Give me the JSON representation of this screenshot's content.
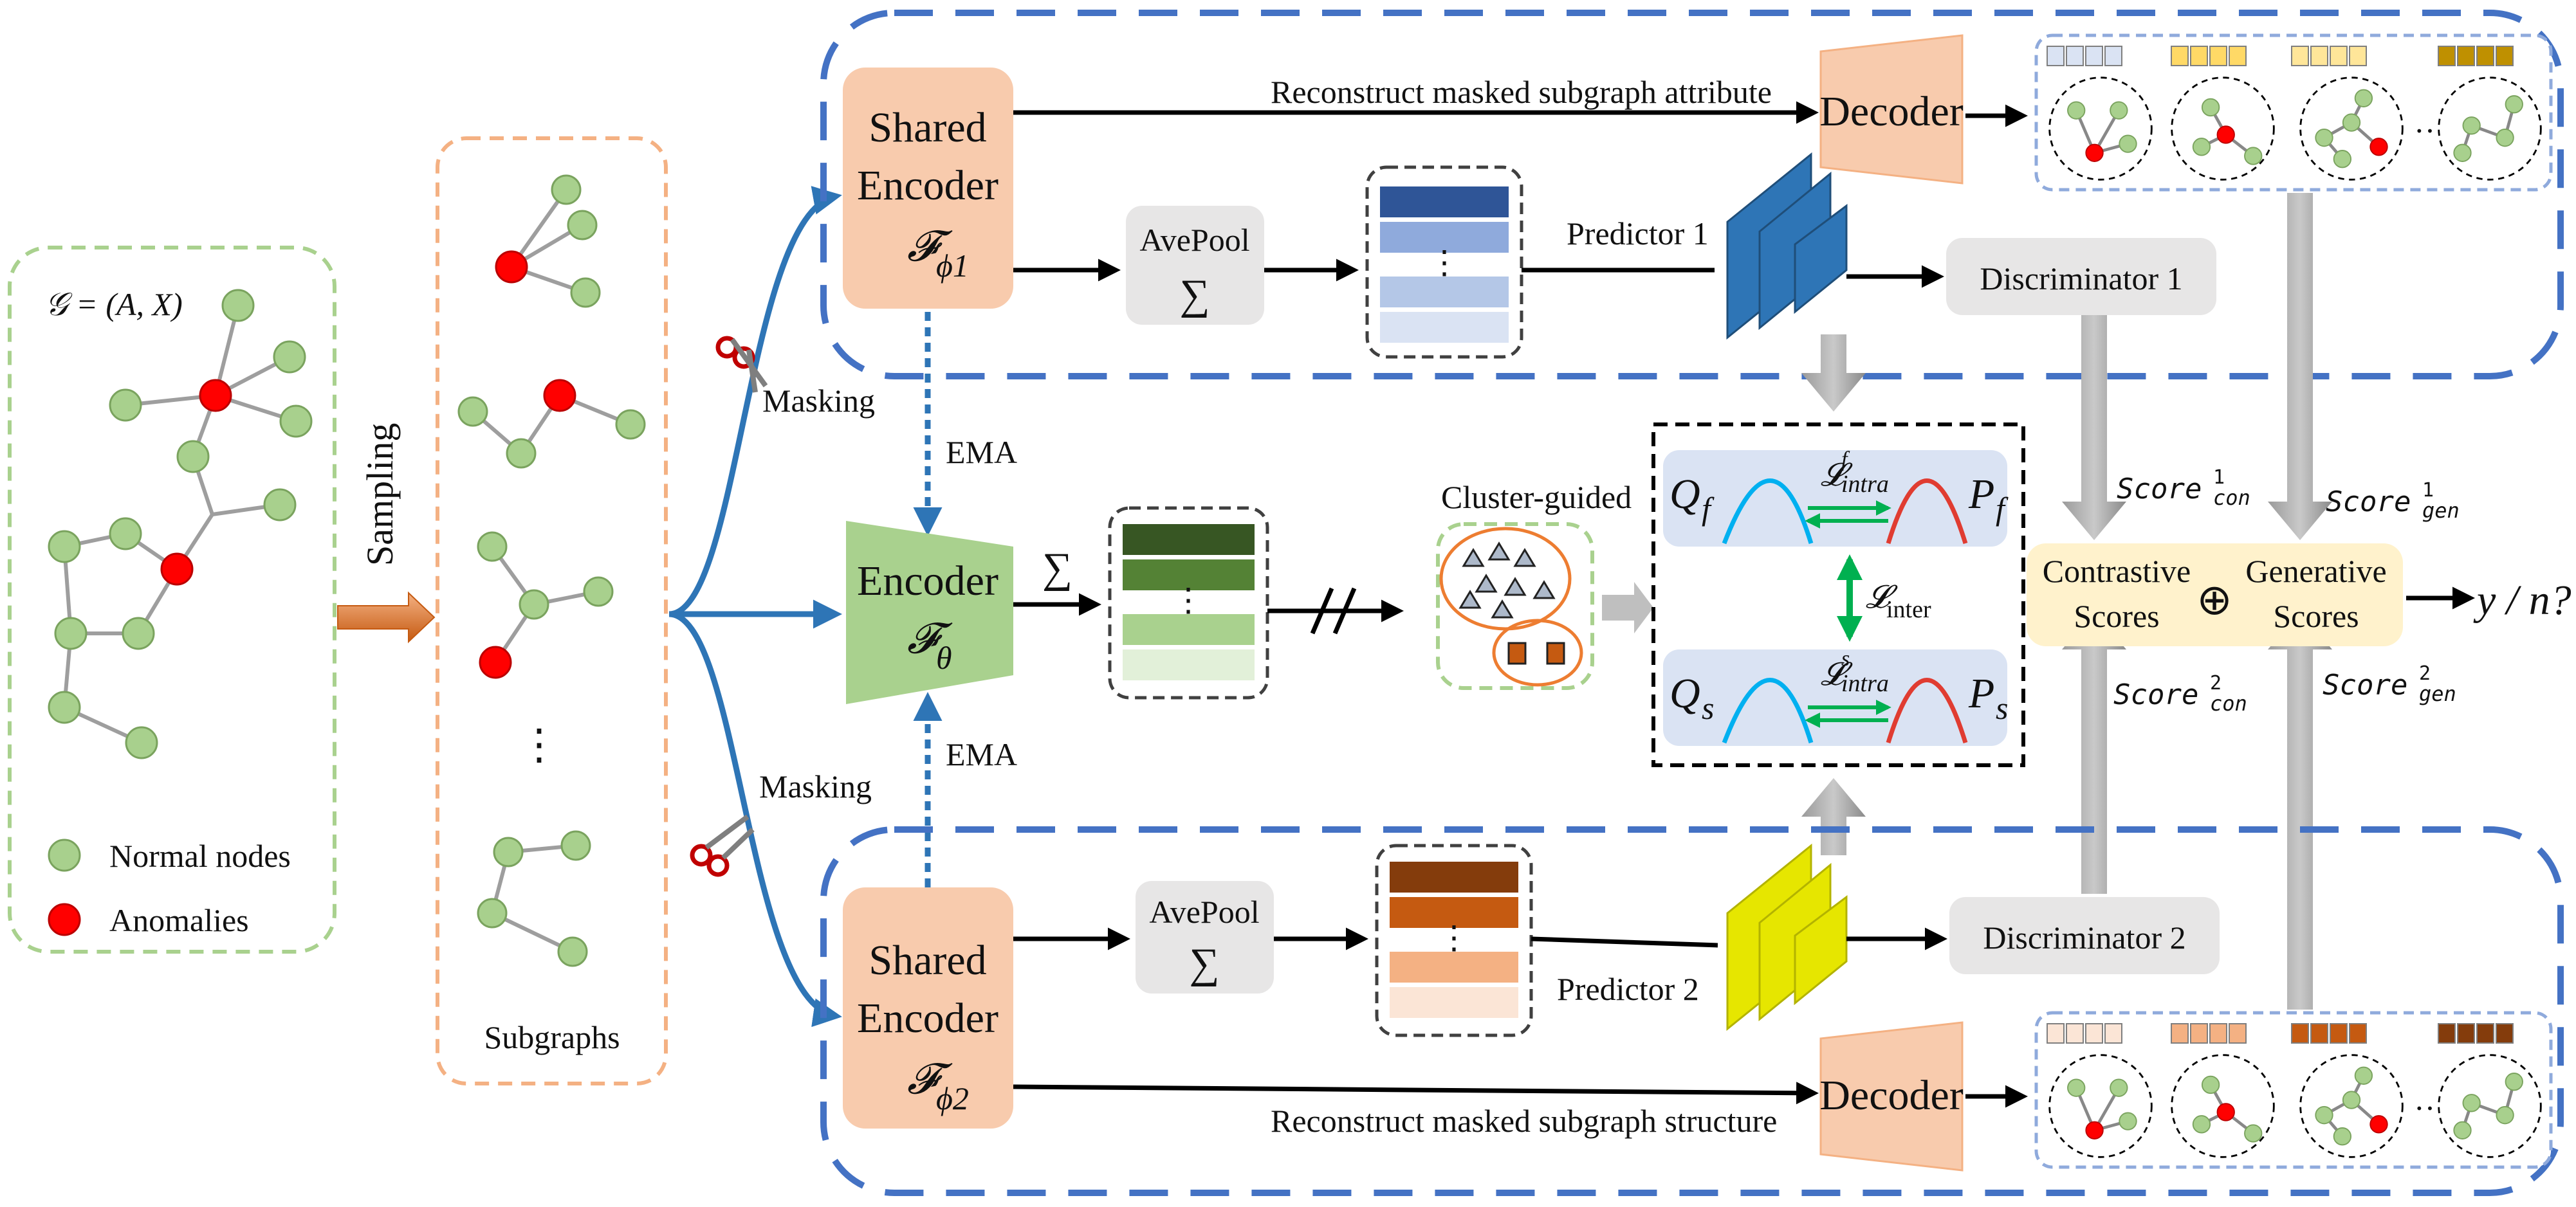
{
  "input_graph": {
    "label": "𝒢 = (A, X)",
    "legend_normal": "Normal nodes",
    "legend_anomaly": "Anomalies",
    "normal_color": "#a8d08d",
    "anomaly_color": "#ff0000"
  },
  "sampling": {
    "label": "Sampling"
  },
  "subgraphs": {
    "label": "Subgraphs",
    "ellipsis": "⋮"
  },
  "masking": {
    "top_label": "Masking",
    "bottom_label": "Masking"
  },
  "ema": {
    "top_label": "EMA",
    "bottom_label": "EMA"
  },
  "top_branch": {
    "encoder_line1": "Shared",
    "encoder_line2": "Encoder",
    "encoder_symbol": "𝓕",
    "encoder_sub": "ϕ1",
    "avepool_label": "AvePool",
    "avepool_symbol": "∑",
    "predictor_label": "Predictor 1",
    "discriminator_label": "Discriminator 1",
    "decoder_label": "Decoder",
    "reconstruct_label": "Reconstruct masked subgraph attribute",
    "embedding_colors": [
      "#2f5597",
      "#8faadc",
      "#b4c7e7",
      "#dae3f3"
    ],
    "token_colors": [
      "#dae3f3",
      "#ffd966",
      "#ffe699",
      "#bf9000"
    ]
  },
  "middle_branch": {
    "encoder_label": "Encoder",
    "encoder_symbol": "𝓕",
    "encoder_sub": "θ",
    "sum_symbol": "∑",
    "cluster_label": "Cluster-guided",
    "embedding_colors": [
      "#375623",
      "#548235",
      "#a9d18e",
      "#e2f0d9"
    ]
  },
  "bottom_branch": {
    "encoder_line1": "Shared",
    "encoder_line2": "Encoder",
    "encoder_symbol": "𝓕",
    "encoder_sub": "ϕ2",
    "avepool_label": "AvePool",
    "avepool_symbol": "∑",
    "predictor_label": "Predictor 2",
    "discriminator_label": "Discriminator 2",
    "decoder_label": "Decoder",
    "reconstruct_label": "Reconstruct masked subgraph structure",
    "embedding_colors": [
      "#843c0c",
      "#c55a11",
      "#f4b183",
      "#fbe5d6"
    ],
    "token_colors": [
      "#fbe5d6",
      "#f4b183",
      "#c55a11",
      "#843c0c"
    ]
  },
  "distribution_box": {
    "Qf": "Q",
    "Qf_sub": "f",
    "Pf": "P",
    "Pf_sub": "f",
    "Qs": "Q",
    "Qs_sub": "s",
    "Ps": "P",
    "Ps_sub": "s",
    "loss_f": "𝓛",
    "loss_f_sup": "f",
    "loss_f_sub": "intra",
    "loss_inter": "𝓛",
    "loss_inter_sub": "inter",
    "loss_s": "𝓛",
    "loss_s_sup": "s",
    "loss_s_sub": "intra"
  },
  "scores": {
    "score_con1": "Score",
    "score_con1_sup": "1",
    "score_con1_sub": "con",
    "score_gen1": "Score",
    "score_gen1_sup": "1",
    "score_gen1_sub": "gen",
    "score_con2": "Score",
    "score_con2_sup": "2",
    "score_con2_sub": "con",
    "score_gen2": "Score",
    "score_gen2_sup": "2",
    "score_gen2_sub": "gen",
    "contrastive_line1": "Contrastive",
    "contrastive_line2": "Scores",
    "oplus": "⊕",
    "generative_line1": "Generative",
    "generative_line2": "Scores",
    "output": "y / n?"
  },
  "colors": {
    "encoder_orange": "#f8cbad",
    "encoder_green": "#a9d18e",
    "grey_box": "#e7e6e6",
    "predictor_blue": "#2e75b6",
    "predictor_yellow": "#e6e600",
    "dashed_blue": "#4472c4",
    "scores_box": "#fff2cc",
    "dist_panel": "#dae3f3"
  }
}
